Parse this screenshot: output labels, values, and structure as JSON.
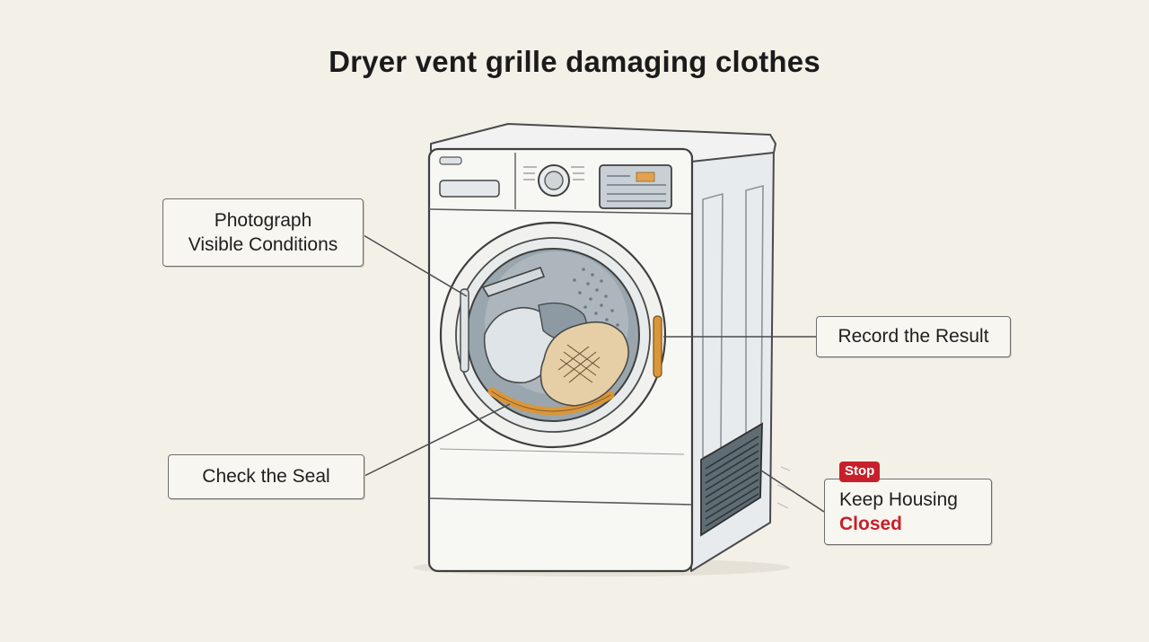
{
  "title": "Dryer vent grille damaging clothes",
  "callouts": {
    "photograph": {
      "line1": "Photograph",
      "line2": "Visible Conditions"
    },
    "record": {
      "label": "Record the Result"
    },
    "seal": {
      "label": "Check the Seal"
    },
    "housing": {
      "badge": "Stop",
      "line1": "Keep Housing",
      "line2": "Closed"
    }
  },
  "colors": {
    "background": "#f3f0e8",
    "warning": "#c8202a",
    "highlight_orange": "#d9963a",
    "fabric_tan": "#e6cfa6"
  },
  "icons": [
    "dryer-illustration",
    "vent-grille",
    "door-window",
    "control-dial",
    "display-panel"
  ]
}
